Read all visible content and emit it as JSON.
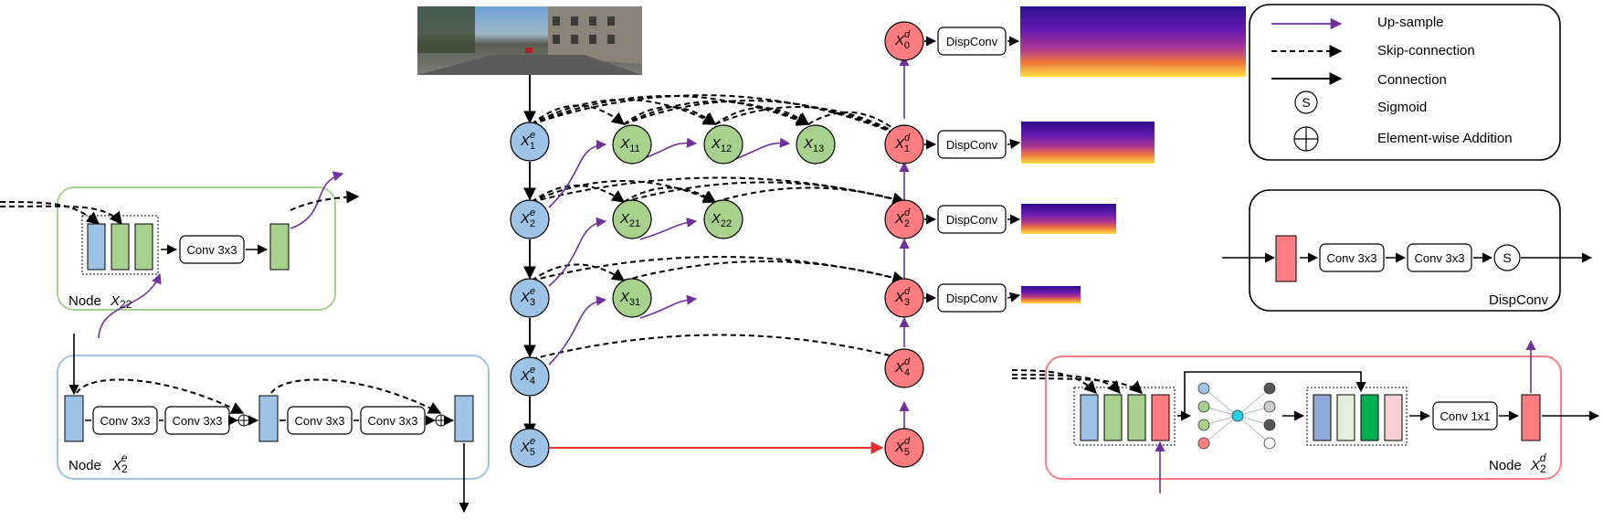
{
  "legend": {
    "items": [
      {
        "label": "Up-sample",
        "icon": "purple-arrow-icon"
      },
      {
        "label": "Skip-connection",
        "icon": "dashed-arrow-icon"
      },
      {
        "label": "Connection",
        "icon": "solid-arrow-icon"
      },
      {
        "label": "Sigmoid",
        "icon": "sigmoid-icon",
        "symbol": "S"
      },
      {
        "label": "Element-wise Addition",
        "icon": "plus-circle-icon"
      }
    ]
  },
  "colors": {
    "encoder": "#9dc3e6",
    "intermediate": "#a9d18e",
    "decoder": "#ff7c80",
    "upsample": "#7030a0",
    "red_line": "#e03030",
    "green_box": "#a9d18e",
    "blue_box": "#9dc3e6",
    "red_box": "#ff7c80"
  },
  "labels": {
    "conv3x3": "Conv 3x3",
    "conv1x1": "Conv 1x1",
    "dispconv": "DispConv",
    "sigmoid": "S"
  },
  "nodes": {
    "encoder": [
      {
        "base": "X",
        "sup": "e",
        "sub": "1"
      },
      {
        "base": "X",
        "sup": "e",
        "sub": "2"
      },
      {
        "base": "X",
        "sup": "e",
        "sub": "3"
      },
      {
        "base": "X",
        "sup": "e",
        "sub": "4"
      },
      {
        "base": "X",
        "sup": "e",
        "sub": "5"
      }
    ],
    "intermediate": [
      {
        "base": "X",
        "sub": "11"
      },
      {
        "base": "X",
        "sub": "12"
      },
      {
        "base": "X",
        "sub": "13"
      },
      {
        "base": "X",
        "sub": "21"
      },
      {
        "base": "X",
        "sub": "22"
      },
      {
        "base": "X",
        "sub": "31"
      }
    ],
    "decoder": [
      {
        "base": "X",
        "sup": "d",
        "sub": "0"
      },
      {
        "base": "X",
        "sup": "d",
        "sub": "1"
      },
      {
        "base": "X",
        "sup": "d",
        "sub": "2"
      },
      {
        "base": "X",
        "sup": "d",
        "sub": "3"
      },
      {
        "base": "X",
        "sup": "d",
        "sub": "4"
      },
      {
        "base": "X",
        "sup": "d",
        "sub": "5"
      }
    ]
  },
  "panels": {
    "node_x22": {
      "caption": "Node",
      "var": {
        "base": "X",
        "sub": "22"
      }
    },
    "node_x2e": {
      "caption": "Node",
      "var": {
        "base": "X",
        "sup": "e",
        "sub": "2"
      }
    },
    "node_x2d": {
      "caption": "Node",
      "var": {
        "base": "X",
        "sup": "d",
        "sub": "2"
      }
    },
    "dispconv": {
      "caption": "DispConv"
    }
  }
}
